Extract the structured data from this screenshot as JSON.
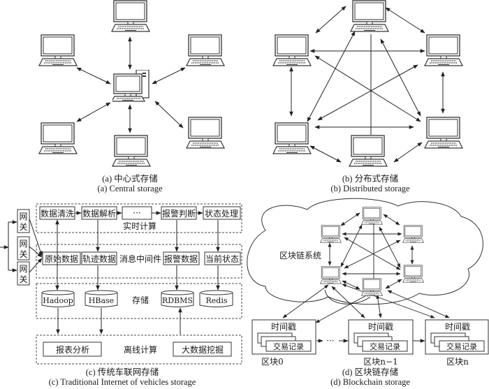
{
  "panels": {
    "a": {
      "caption_cn": "(a) 中心式存储",
      "caption_en": "(a) Central storage",
      "center_node": "server-computer",
      "peer_nodes": 6
    },
    "b": {
      "caption_cn": "(b) 分布式存储",
      "caption_en": "(b) Distributed storage",
      "peer_nodes": 6
    },
    "c": {
      "caption_cn": "(c) 传统车联网存储",
      "caption_en": "(c) Traditional Internet of vehicles storage",
      "gateways": [
        "网关",
        "网关",
        "网关"
      ],
      "realtime": {
        "label": "实时计算",
        "steps": [
          "数据清洗",
          "数据解析",
          "···",
          "报警判断",
          "状态处理"
        ]
      },
      "middleware": {
        "label": "消息中间件",
        "items": [
          "原始数据",
          "轨迹数据",
          "报警数据",
          "当前状态"
        ]
      },
      "storage": {
        "label": "存储",
        "dbs": [
          "Hadoop",
          "HBase",
          "RDBMS",
          "Redis"
        ]
      },
      "offline": {
        "label": "离线计算",
        "items": [
          "报表分析",
          "大数据挖掘"
        ]
      }
    },
    "d": {
      "caption_cn": "(d) 区块链存储",
      "caption_en": "(d) Blockchain storage",
      "system_label": "区块链系统",
      "ellipsis": "···",
      "blocks": [
        {
          "header": "时间戳",
          "record": "交易记录",
          "name": "区块0"
        },
        {
          "header": "时间戳",
          "record": "交易记录",
          "name": "区块n−1"
        },
        {
          "header": "时间戳",
          "record": "交易记录",
          "name": "区块n"
        }
      ]
    }
  }
}
